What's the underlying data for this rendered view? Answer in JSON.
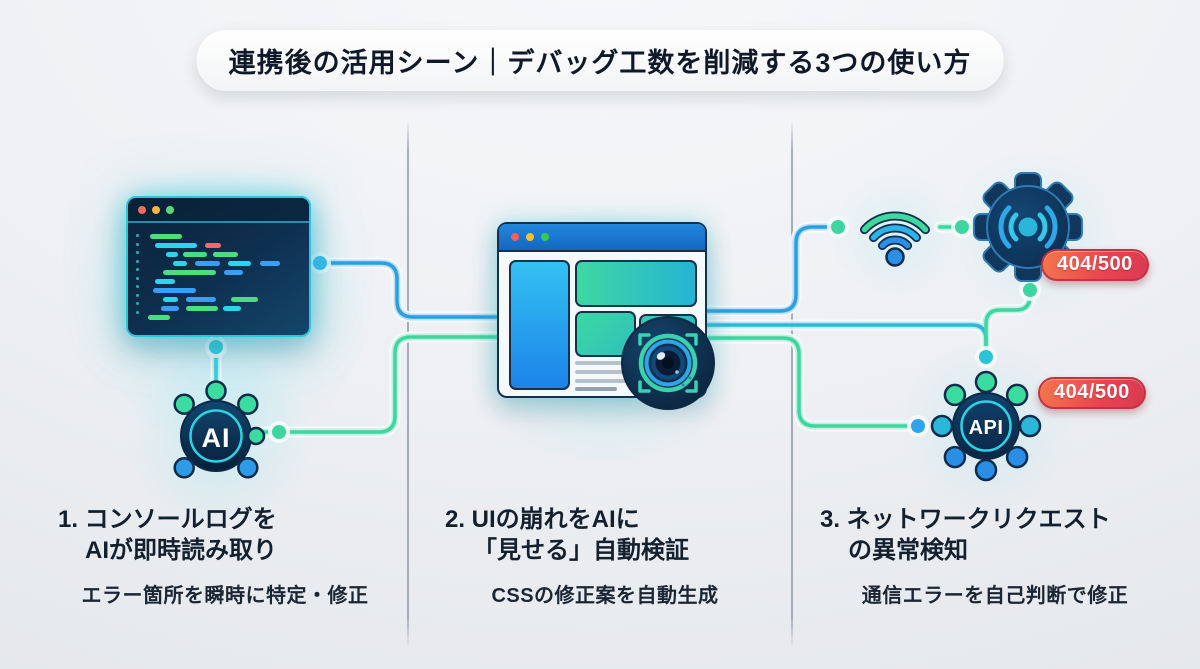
{
  "title": "連携後の活用シーン｜デバッグ工数を削減する3つの使い方",
  "sections": [
    {
      "heading1": "1. コンソールログを",
      "heading2": "AIが即時読み取り",
      "subtitle": "エラー箇所を瞬時に特定・修正"
    },
    {
      "heading1": "2. UIの崩れをAIに",
      "heading2": "「見せる」自動検証",
      "subtitle": "CSSの修正案を自動生成"
    },
    {
      "heading1": "3. ネットワークリクエスト",
      "heading2": "の異常検知",
      "subtitle": "通信エラーを自己判断で修正"
    }
  ],
  "labels": {
    "ai": "AI",
    "api": "API"
  },
  "badges": [
    "404/500",
    "404/500"
  ],
  "colors": {
    "wire_blue": "#2d9fe0",
    "wire_green": "#3ed6a0",
    "wire_cyan": "#2cb9d8",
    "badge_red": "#e9434f",
    "glow_cyan": "#7ee4ee",
    "window_navy": "#0e3050",
    "browser_blue": "#1a73cf"
  },
  "editor": {
    "code_lines": [
      [
        {
          "c": "green",
          "i": 5,
          "w": 32
        }
      ],
      [
        {
          "c": "cyan",
          "i": 10,
          "w": 42
        },
        {
          "c": "red",
          "i": 8,
          "w": 16
        }
      ],
      [
        {
          "c": "cyan",
          "i": 21,
          "w": 12
        },
        {
          "c": "green",
          "i": 5,
          "w": 24
        },
        {
          "c": "green",
          "i": 6,
          "w": 25
        }
      ],
      [
        {
          "c": "cyan",
          "i": 28,
          "w": 14
        },
        {
          "c": "blue",
          "i": 8,
          "w": 25
        },
        {
          "c": "cyan",
          "i": 8,
          "w": 23
        },
        {
          "c": "blue",
          "i": 9,
          "w": 20
        }
      ],
      [
        {
          "c": "green",
          "i": 18,
          "w": 53
        },
        {
          "c": "blue",
          "i": 8,
          "w": 19
        }
      ],
      [
        {
          "c": "cyan",
          "i": 10,
          "w": 20
        }
      ],
      [
        {
          "c": "blue",
          "i": 8,
          "w": 43
        }
      ],
      [
        {
          "c": "cyan",
          "i": 18,
          "w": 15
        },
        {
          "c": "blue",
          "i": 8,
          "w": 30
        },
        {
          "c": "green",
          "i": 15,
          "w": 27
        }
      ],
      [
        {
          "c": "blue",
          "i": 16,
          "w": 18
        },
        {
          "c": "green",
          "i": 7,
          "w": 32
        },
        {
          "c": "cyan",
          "i": 5,
          "w": 18
        }
      ],
      [
        {
          "c": "green",
          "i": 3,
          "w": 22
        }
      ]
    ]
  }
}
